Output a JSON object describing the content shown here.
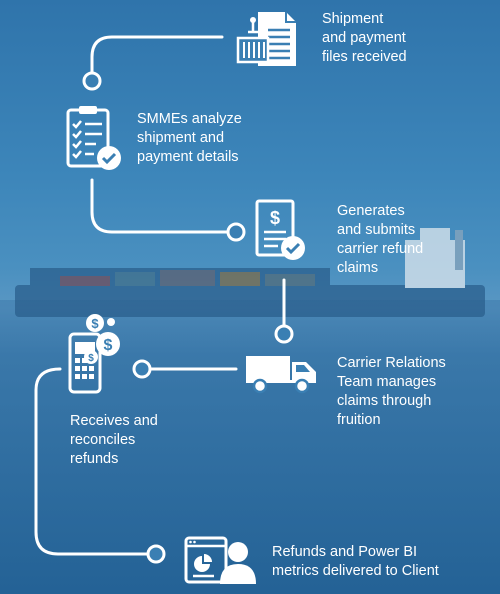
{
  "steps": [
    {
      "icon": "shipment-document-icon",
      "text": "Shipment\nand payment\nfiles received"
    },
    {
      "icon": "checklist-clipboard-icon",
      "text": "SMMEs analyze\nshipment and\npayment details"
    },
    {
      "icon": "refund-claim-document-icon",
      "text": "Generates\nand submits\ncarrier refund\nclaims"
    },
    {
      "icon": "delivery-truck-icon",
      "text": "Carrier Relations\nTeam manages\nclaims through\nfruition"
    },
    {
      "icon": "mobile-payment-icon",
      "text": "Receives and\nreconciles\nrefunds"
    },
    {
      "icon": "report-user-icon",
      "text": "Refunds and Power BI\nmetrics delivered to Client"
    }
  ]
}
